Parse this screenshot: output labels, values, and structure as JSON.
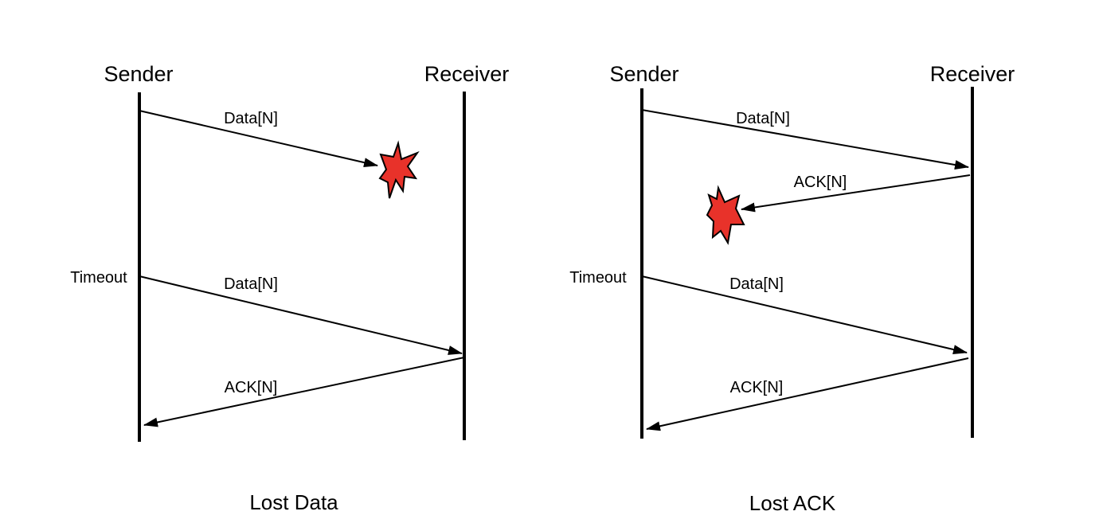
{
  "diagrams": [
    {
      "caption": "Lost Data",
      "sender_label": "Sender",
      "receiver_label": "Receiver",
      "messages": [
        {
          "label": "Data[N]",
          "direction": "to-receiver",
          "lost": true
        },
        {
          "label": "Data[N]",
          "direction": "to-receiver",
          "lost": false
        },
        {
          "label": "ACK[N]",
          "direction": "to-sender",
          "lost": false
        }
      ],
      "timeout_label": "Timeout"
    },
    {
      "caption": "Lost ACK",
      "sender_label": "Sender",
      "receiver_label": "Receiver",
      "messages": [
        {
          "label": "Data[N]",
          "direction": "to-receiver",
          "lost": false
        },
        {
          "label": "ACK[N]",
          "direction": "to-sender",
          "lost": true
        },
        {
          "label": "Data[N]",
          "direction": "to-receiver",
          "lost": false
        },
        {
          "label": "ACK[N]",
          "direction": "to-sender",
          "lost": false
        }
      ],
      "timeout_label": "Timeout"
    }
  ],
  "colors": {
    "loss_burst": "#e8322a",
    "line": "#000000"
  },
  "icons": {
    "loss": "explosion-burst-icon"
  }
}
